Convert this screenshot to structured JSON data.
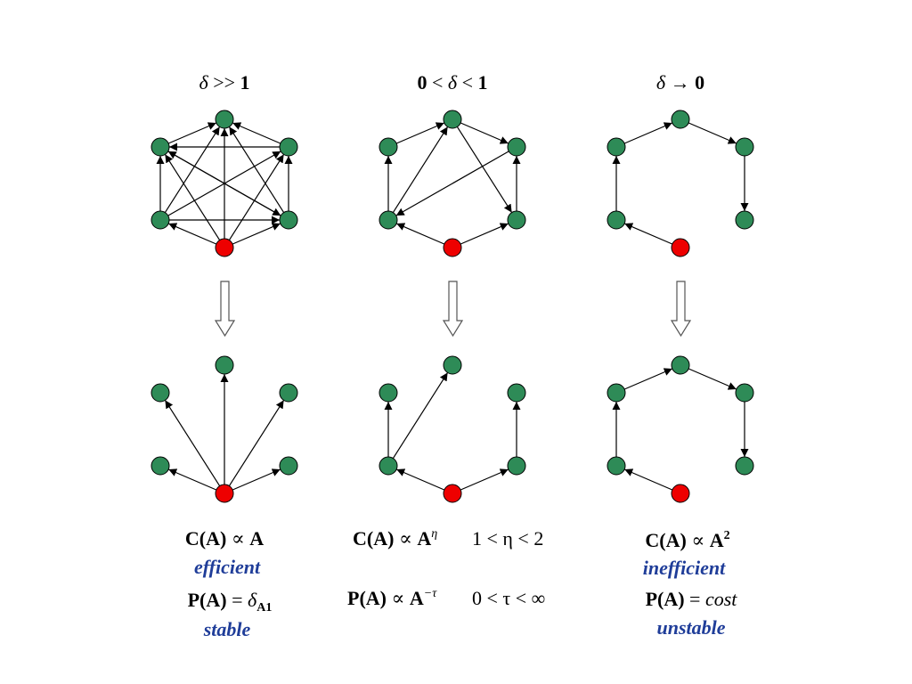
{
  "columns": [
    {
      "id": "col1",
      "header": {
        "delta": "δ",
        "op": " >> ",
        "rhs": "1"
      },
      "formula_c": {
        "lhs": "C(A)",
        "prop": " ∝ ",
        "rhs": "A"
      },
      "label_c": "efficient",
      "formula_p": {
        "lhs": "P(A)",
        "op": " = ",
        "rhs": "δ",
        "sub": "A1"
      },
      "label_p": "stable"
    },
    {
      "id": "col2",
      "header": {
        "lhs": "0",
        "op1": " < ",
        "delta": "δ",
        "op2": " < ",
        "rhs": "1"
      },
      "formula_c": {
        "lhs": "C(A)",
        "prop": " ∝ ",
        "rhs": "A",
        "exp": "η",
        "range": "1 < η < 2"
      },
      "formula_p": {
        "lhs": "P(A)",
        "prop": " ∝ ",
        "rhs": "A",
        "exp": "−τ",
        "range": "0 < τ < ∞"
      }
    },
    {
      "id": "col3",
      "header": {
        "delta": "δ",
        "op": " → ",
        "rhs": "0"
      },
      "formula_c": {
        "lhs": "C(A)",
        "prop": " ∝ ",
        "rhs": "A",
        "exp": "2"
      },
      "label_c": "inefficient",
      "formula_p": {
        "lhs": "P(A)",
        "op": " = ",
        "rhs": "cost"
      },
      "label_p": "unstable"
    }
  ],
  "colors": {
    "green_node": "#2e8b57",
    "red_node": "#ee0000",
    "label_blue": "#1f3d99"
  }
}
